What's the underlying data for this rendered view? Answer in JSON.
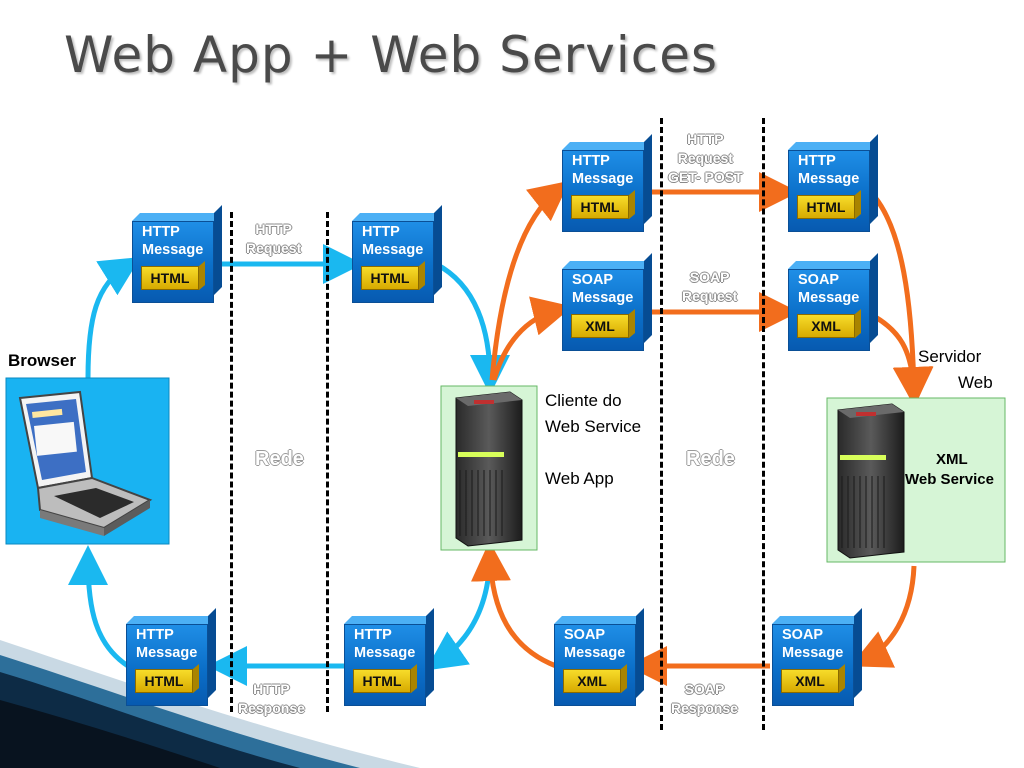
{
  "title": "Web App + Web Services",
  "labels": {
    "browser": "Browser",
    "client_line1": "Cliente do",
    "client_line2": "Web Service",
    "client_line3": "Web App",
    "server_line1": "Servidor",
    "server_line2": "Web",
    "server_xml": "XML",
    "server_ws": "Web Service",
    "rede": "Rede"
  },
  "network_labels": {
    "http_request_left": [
      "HTTP",
      "Request"
    ],
    "http_response_left": [
      "HTTP",
      "Response"
    ],
    "http_request_right": [
      "HTTP",
      "Request",
      "GET- POST"
    ],
    "soap_request_right": [
      "SOAP",
      "Request"
    ],
    "soap_response_right": [
      "SOAP",
      "Response"
    ]
  },
  "messages": {
    "http_top_left": {
      "line1": "HTTP",
      "line2": "Message",
      "payload": "HTML"
    },
    "http_top_mid": {
      "line1": "HTTP",
      "line2": "Message",
      "payload": "HTML"
    },
    "http_top_right_a": {
      "line1": "HTTP",
      "line2": "Message",
      "payload": "HTML"
    },
    "http_top_right_b": {
      "line1": "HTTP",
      "line2": "Message",
      "payload": "HTML"
    },
    "soap_mid_a": {
      "line1": "SOAP",
      "line2": "Message",
      "payload": "XML"
    },
    "soap_mid_b": {
      "line1": "SOAP",
      "line2": "Message",
      "payload": "XML"
    },
    "http_bottom_left": {
      "line1": "HTTP",
      "line2": "Message",
      "payload": "HTML"
    },
    "http_bottom_mid": {
      "line1": "HTTP",
      "line2": "Message",
      "payload": "HTML"
    },
    "soap_bottom_a": {
      "line1": "SOAP",
      "line2": "Message",
      "payload": "XML"
    },
    "soap_bottom_b": {
      "line1": "SOAP",
      "line2": "Message",
      "payload": "XML"
    }
  },
  "colors": {
    "http_flow": "#1ab8f0",
    "soap_flow": "#f26d1d",
    "client_box": "#d6f5d6",
    "server_box": "#d6f5d6",
    "browser_box": "#19b3f2"
  },
  "icons": {
    "browser": "laptop-icon",
    "client": "server-tower-icon",
    "server": "server-tower-icon"
  }
}
